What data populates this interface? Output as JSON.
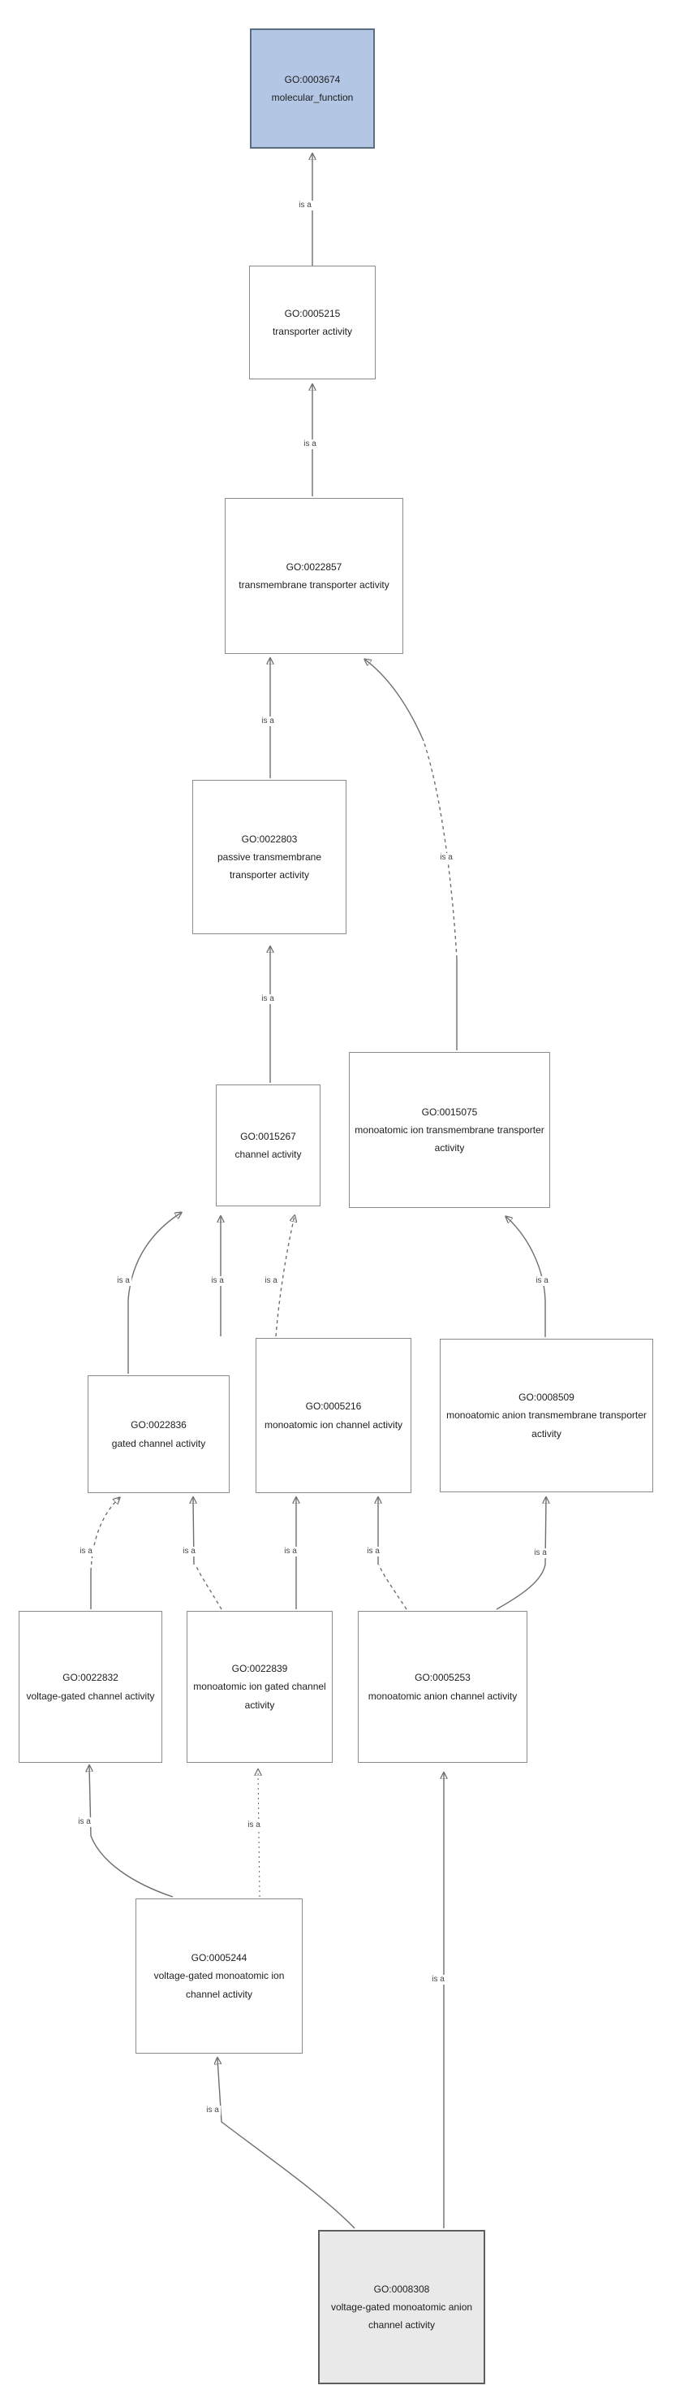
{
  "diagram": {
    "title": "GO term ancestor chart (is-a hierarchy)",
    "relation_label": "is a",
    "colors": {
      "root_fill": "#b3c7e5",
      "root_border": "#5a6e82",
      "leaf_fill": "#e9e9e9",
      "node_border": "#8a8a8a",
      "edge_line": "#6e6e6e",
      "background": "#ffffff"
    },
    "nodes": [
      {
        "id": "GO:0003674",
        "name": "molecular_function",
        "variant": "root"
      },
      {
        "id": "GO:0005215",
        "name": "transporter activity",
        "variant": "normal"
      },
      {
        "id": "GO:0022857",
        "name": "transmembrane transporter activity",
        "variant": "normal"
      },
      {
        "id": "GO:0022803",
        "name": "passive transmembrane transporter activity",
        "variant": "normal"
      },
      {
        "id": "GO:0015267",
        "name": "channel activity",
        "variant": "normal"
      },
      {
        "id": "GO:0015075",
        "name": "monoatomic ion transmembrane transporter activity",
        "variant": "normal"
      },
      {
        "id": "GO:0022836",
        "name": "gated channel activity",
        "variant": "normal"
      },
      {
        "id": "GO:0005216",
        "name": "monoatomic ion channel activity",
        "variant": "normal"
      },
      {
        "id": "GO:0008509",
        "name": "monoatomic anion transmembrane transporter activity",
        "variant": "normal"
      },
      {
        "id": "GO:0022832",
        "name": "voltage-gated channel activity",
        "variant": "normal"
      },
      {
        "id": "GO:0022839",
        "name": "monoatomic ion gated channel activity",
        "variant": "normal"
      },
      {
        "id": "GO:0005253",
        "name": "monoatomic anion channel activity",
        "variant": "normal"
      },
      {
        "id": "GO:0005244",
        "name": "voltage-gated monoatomic ion channel activity",
        "variant": "normal"
      },
      {
        "id": "GO:0008308",
        "name": "voltage-gated monoatomic anion channel activity",
        "variant": "leaf"
      }
    ],
    "edges": [
      {
        "from": "GO:0005215",
        "to": "GO:0003674",
        "label": "is a",
        "style": "solid"
      },
      {
        "from": "GO:0022857",
        "to": "GO:0005215",
        "label": "is a",
        "style": "solid"
      },
      {
        "from": "GO:0022803",
        "to": "GO:0022857",
        "label": "is a",
        "style": "solid"
      },
      {
        "from": "GO:0015075",
        "to": "GO:0022857",
        "label": "is a",
        "style": "part-dashed"
      },
      {
        "from": "GO:0015267",
        "to": "GO:0022803",
        "label": "is a",
        "style": "solid"
      },
      {
        "from": "GO:0022836",
        "to": "GO:0015267",
        "label": "is a",
        "style": "solid"
      },
      {
        "from": "GO:0005216",
        "to": "GO:0015267",
        "label": "is a",
        "style": "solid"
      },
      {
        "from": "GO:0005216",
        "to": "GO:0015075",
        "label": "is a",
        "style": "dashed"
      },
      {
        "from": "GO:0008509",
        "to": "GO:0015075",
        "label": "is a",
        "style": "solid"
      },
      {
        "from": "GO:0022832",
        "to": "GO:0022836",
        "label": "is a",
        "style": "part-dashed"
      },
      {
        "from": "GO:0022839",
        "to": "GO:0022836",
        "label": "is a",
        "style": "part-dashed"
      },
      {
        "from": "GO:0022839",
        "to": "GO:0005216",
        "label": "is a",
        "style": "solid"
      },
      {
        "from": "GO:0005253",
        "to": "GO:0005216",
        "label": "is a",
        "style": "part-dashed"
      },
      {
        "from": "GO:0005253",
        "to": "GO:0008509",
        "label": "is a",
        "style": "solid"
      },
      {
        "from": "GO:0005244",
        "to": "GO:0022832",
        "label": "is a",
        "style": "solid"
      },
      {
        "from": "GO:0005244",
        "to": "GO:0022839",
        "label": "is a",
        "style": "dotted"
      },
      {
        "from": "GO:0008308",
        "to": "GO:0005244",
        "label": "is a",
        "style": "solid"
      },
      {
        "from": "GO:0008308",
        "to": "GO:0005253",
        "label": "is a",
        "style": "solid"
      }
    ]
  }
}
